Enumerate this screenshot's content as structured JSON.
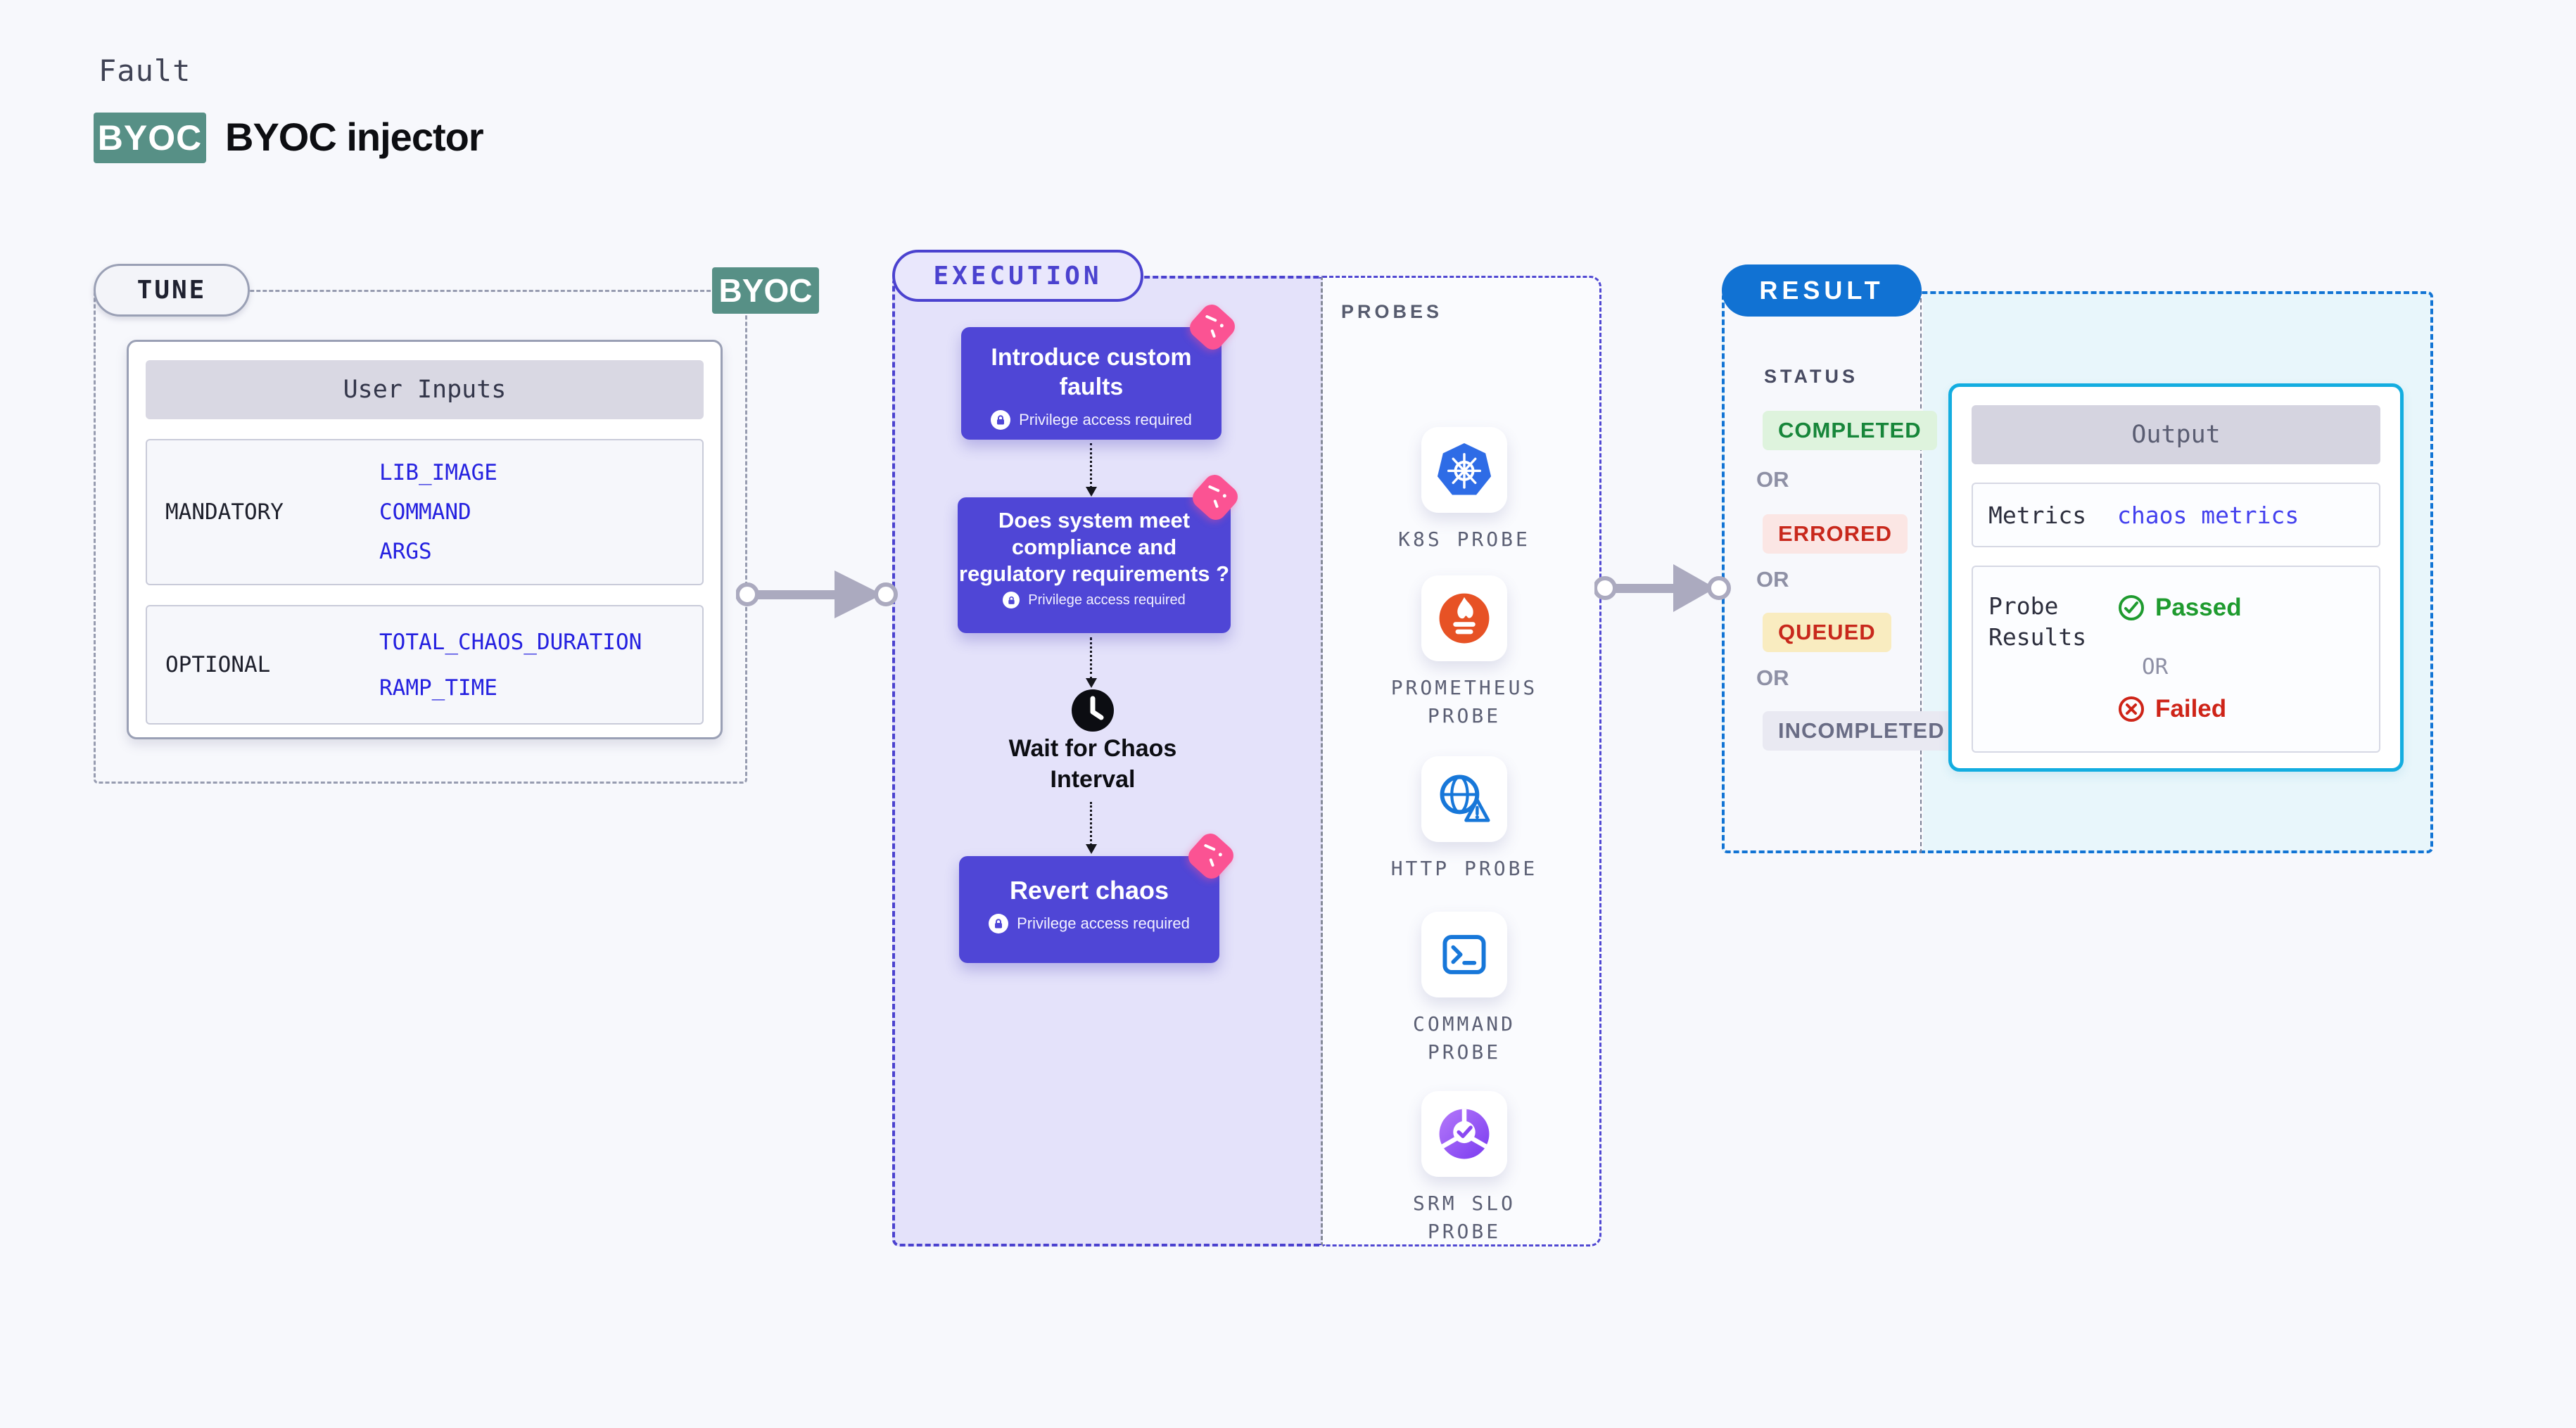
{
  "header": {
    "eyebrow": "Fault",
    "badge": "BYOC",
    "title": "BYOC injector"
  },
  "tune": {
    "pill": "TUNE",
    "corner_badge": "BYOC",
    "card": {
      "header": "User Inputs",
      "rows": [
        {
          "label": "MANDATORY",
          "values": [
            "LIB_IMAGE",
            "COMMAND",
            "ARGS"
          ]
        },
        {
          "label": "OPTIONAL",
          "values": [
            "TOTAL_CHAOS_DURATION",
            "RAMP_TIME"
          ]
        }
      ]
    }
  },
  "execution": {
    "pill": "EXECUTION",
    "privilege_note": "Privilege access required",
    "nodes": [
      {
        "title": "Introduce custom faults"
      },
      {
        "title": "Does system meet compliance and regulatory requirements ?"
      },
      {
        "title": "Revert chaos"
      }
    ],
    "wait_step": {
      "title": "Wait for Chaos Interval",
      "icon": "clock-icon"
    }
  },
  "probes": {
    "heading": "PROBES",
    "items": [
      {
        "name": "K8S PROBE",
        "icon": "kubernetes-icon"
      },
      {
        "name": "PROMETHEUS PROBE",
        "icon": "prometheus-icon"
      },
      {
        "name": "HTTP PROBE",
        "icon": "globe-alert-icon"
      },
      {
        "name": "COMMAND PROBE",
        "icon": "terminal-icon"
      },
      {
        "name": "SRM SLO PROBE",
        "icon": "slo-donut-check-icon"
      }
    ]
  },
  "result": {
    "pill": "RESULT",
    "status": {
      "heading": "STATUS",
      "or": "OR",
      "badges": [
        {
          "text": "COMPLETED",
          "bg": "#def3dd",
          "fg": "#17863a"
        },
        {
          "text": "ERRORED",
          "bg": "#fbe6e4",
          "fg": "#c8281c"
        },
        {
          "text": "QUEUED",
          "bg": "#f9ecc0",
          "fg": "#c8281c"
        },
        {
          "text": "INCOMPLETED",
          "bg": "#e9e9f2",
          "fg": "#696c85"
        }
      ]
    },
    "output": {
      "header": "Output",
      "metrics_label": "Metrics",
      "metrics_value": "chaos metrics",
      "probe_results_label": "Probe Results",
      "passed": "Passed",
      "or": "OR",
      "failed": "Failed"
    }
  },
  "colors": {
    "page_bg": "#f7f8fc",
    "teal_badge": "#579086",
    "node_indigo": "#4f46d6",
    "execution_border": "#4b42cf",
    "execution_fill": "#e4e2fa",
    "value_blue": "#2521e0",
    "result_blue": "#1172d3",
    "output_border_cyan": "#13ade0",
    "result_fill_cyan": "#e8f6fb",
    "chaos_pink": "#fb5393",
    "passed_green": "#1f9b2f",
    "failed_red": "#ce2418",
    "arrow_gray": "#abaabf"
  }
}
